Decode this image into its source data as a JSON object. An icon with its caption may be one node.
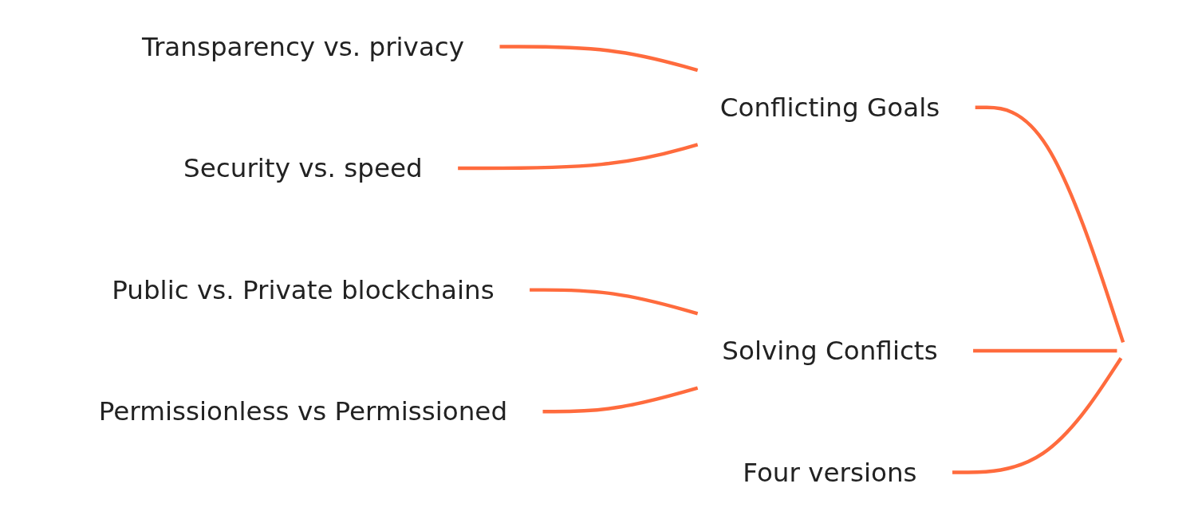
{
  "diagram": {
    "nodes": [
      {
        "text": [
          "Transparency vs. privacy"
        ]
      },
      {
        "text": [
          "Security vs. speed"
        ]
      },
      {
        "text": [
          "Conflicting Goals"
        ]
      },
      {
        "text": [
          "Public vs. Private blockchains"
        ]
      },
      {
        "text": [
          "Permissionless vs Permissioned"
        ]
      },
      {
        "text": [
          "Solving Conflicts"
        ]
      },
      {
        "text": [
          "Four versions"
        ]
      }
    ],
    "edges": [
      {
        "from": 0,
        "to": 2,
        "arrow": "none"
      },
      {
        "from": 1,
        "to": 2,
        "arrow": "none"
      },
      {
        "from": 3,
        "to": 5,
        "arrow": "none"
      },
      {
        "from": 4,
        "to": 5,
        "arrow": "none"
      },
      {
        "from": 2,
        "to": null,
        "arrow": "none"
      },
      {
        "from": 5,
        "to": null,
        "arrow": "none"
      },
      {
        "from": 6,
        "to": null,
        "arrow": "none"
      }
    ]
  }
}
